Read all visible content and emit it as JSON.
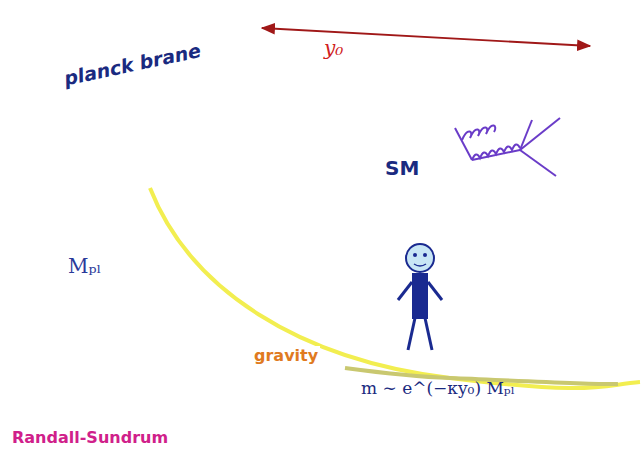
{
  "diagram": {
    "nodes": [
      {
        "text": [
          "planck brane",
          "Mₚₗ"
        ]
      },
      {
        "text": [
          "SM",
          "m ∼ e^(−κy₀) Mₚₗ"
        ]
      }
    ],
    "edges": [
      {
        "from": 0,
        "to": 1,
        "arrow": "both",
        "label": "y₀"
      }
    ],
    "labels": [
      "gravity",
      "Randall-Sundrum"
    ]
  }
}
